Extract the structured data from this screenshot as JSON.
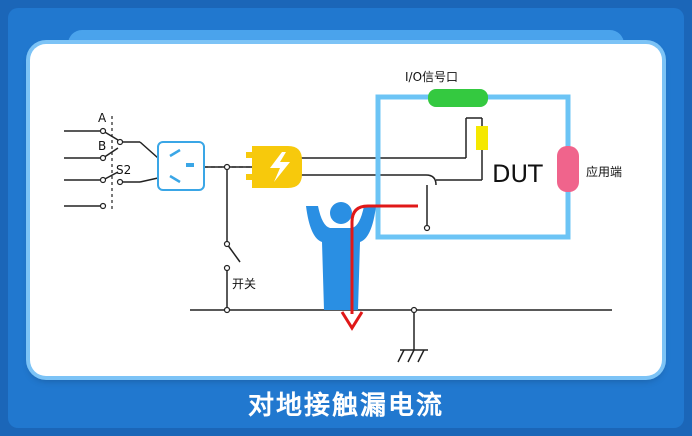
{
  "caption": "对地接触漏电流",
  "labels": {
    "a": "A",
    "b": "B",
    "s2": "S2",
    "io_port": "I/O信号口",
    "dut": "DUT",
    "app_end": "应用端",
    "switch": "开关"
  },
  "colors": {
    "background": "#1e6fc2",
    "card": "#ffffff",
    "dut_box": "#6cc4f5",
    "io_port": "#34c940",
    "io_link": "#f5e800",
    "app_end": "#f0648c",
    "plug": "#f7c90c",
    "person": "#2a8fe3",
    "leak_path": "#e01818"
  },
  "icons": [
    "socket-icon",
    "plug-icon",
    "person-icon",
    "ground-icon",
    "arrow-down-icon"
  ]
}
